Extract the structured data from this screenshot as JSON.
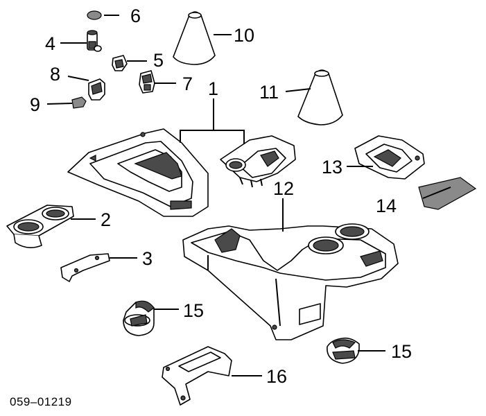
{
  "diagram": {
    "callouts": [
      {
        "id": "c1",
        "label": "1"
      },
      {
        "id": "c2",
        "label": "2"
      },
      {
        "id": "c3",
        "label": "3"
      },
      {
        "id": "c4",
        "label": "4"
      },
      {
        "id": "c5",
        "label": "5"
      },
      {
        "id": "c6",
        "label": "6"
      },
      {
        "id": "c7",
        "label": "7"
      },
      {
        "id": "c8",
        "label": "8"
      },
      {
        "id": "c9",
        "label": "9"
      },
      {
        "id": "c10",
        "label": "10"
      },
      {
        "id": "c11",
        "label": "11"
      },
      {
        "id": "c12",
        "label": "12"
      },
      {
        "id": "c13",
        "label": "13"
      },
      {
        "id": "c14",
        "label": "14"
      },
      {
        "id": "c15a",
        "label": "15"
      },
      {
        "id": "c15b",
        "label": "15"
      },
      {
        "id": "c16",
        "label": "16"
      }
    ],
    "diagram_code": "059–01219"
  }
}
